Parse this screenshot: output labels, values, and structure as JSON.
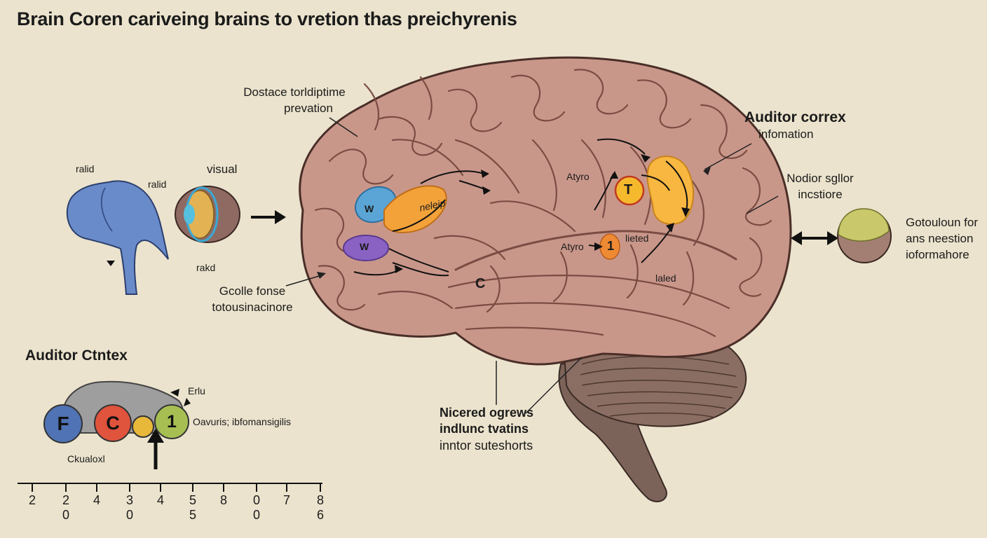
{
  "title": "Brain Coren cariveing brains to vretion thas preichyrenis",
  "labels": {
    "top_callout_line1": "Dostace torldiptime",
    "top_callout_line2": "prevation",
    "auditor_correx": "Auditor correx",
    "infomation": "infomation",
    "nodior_line1": "Nodior sgllor",
    "nodior_line2": "incstiore",
    "gotouloun_line1": "Gotouloun for",
    "gotouloun_line2": "ans neestion",
    "gotouloun_line3": "ioformahore",
    "ralid_1": "ralid",
    "ralid_2": "ralid",
    "visual": "visual",
    "rakd": "rakd",
    "gcolle_line1": "Gcolle fonse",
    "gcolle_line2": "totousinacinore",
    "auditor_ctntex": "Auditor Ctntex",
    "erlu": "Erlu",
    "oavuris": "Oavuris; ibfomansigilis",
    "ckualoxl": "Ckualoxl",
    "nicered_line1": "Nicered ogrews",
    "nicered_line2": "indlunc tvatins",
    "nicered_line3": "inntor suteshorts",
    "atyro_1": "Atyro",
    "atyro_2": "Atyro",
    "lieted_1": "lieted",
    "lieted_2": "laled",
    "neleip": "neleip",
    "blob_w1": "W",
    "blob_w2": "W",
    "blob_t": "T",
    "blob_1": "1",
    "lobe_c": "C"
  },
  "circles": [
    {
      "letter": "F",
      "color": "#4f73b4"
    },
    {
      "letter": "C",
      "color": "#e0533c"
    },
    {
      "letter": "",
      "color": "#e8b83a"
    },
    {
      "letter": "1",
      "color": "#a7bf52"
    }
  ],
  "scale": {
    "ticks": [
      {
        "top": "2",
        "bottom": ""
      },
      {
        "top": "2",
        "bottom": "0"
      },
      {
        "top": "4",
        "bottom": ""
      },
      {
        "top": "3",
        "bottom": "0"
      },
      {
        "top": "4",
        "bottom": ""
      },
      {
        "top": "5",
        "bottom": "5"
      },
      {
        "top": "8",
        "bottom": ""
      },
      {
        "top": "0",
        "bottom": "0"
      },
      {
        "top": "7",
        "bottom": ""
      },
      {
        "top": "8",
        "bottom": "6"
      }
    ]
  },
  "colors": {
    "background": "#ebe3cd",
    "brain": "#c9978a",
    "cerebellum": "#8b6e63",
    "blue_region": "#5aa5d6",
    "purple_region": "#8a62c4",
    "orange_region": "#f3a23a"
  }
}
